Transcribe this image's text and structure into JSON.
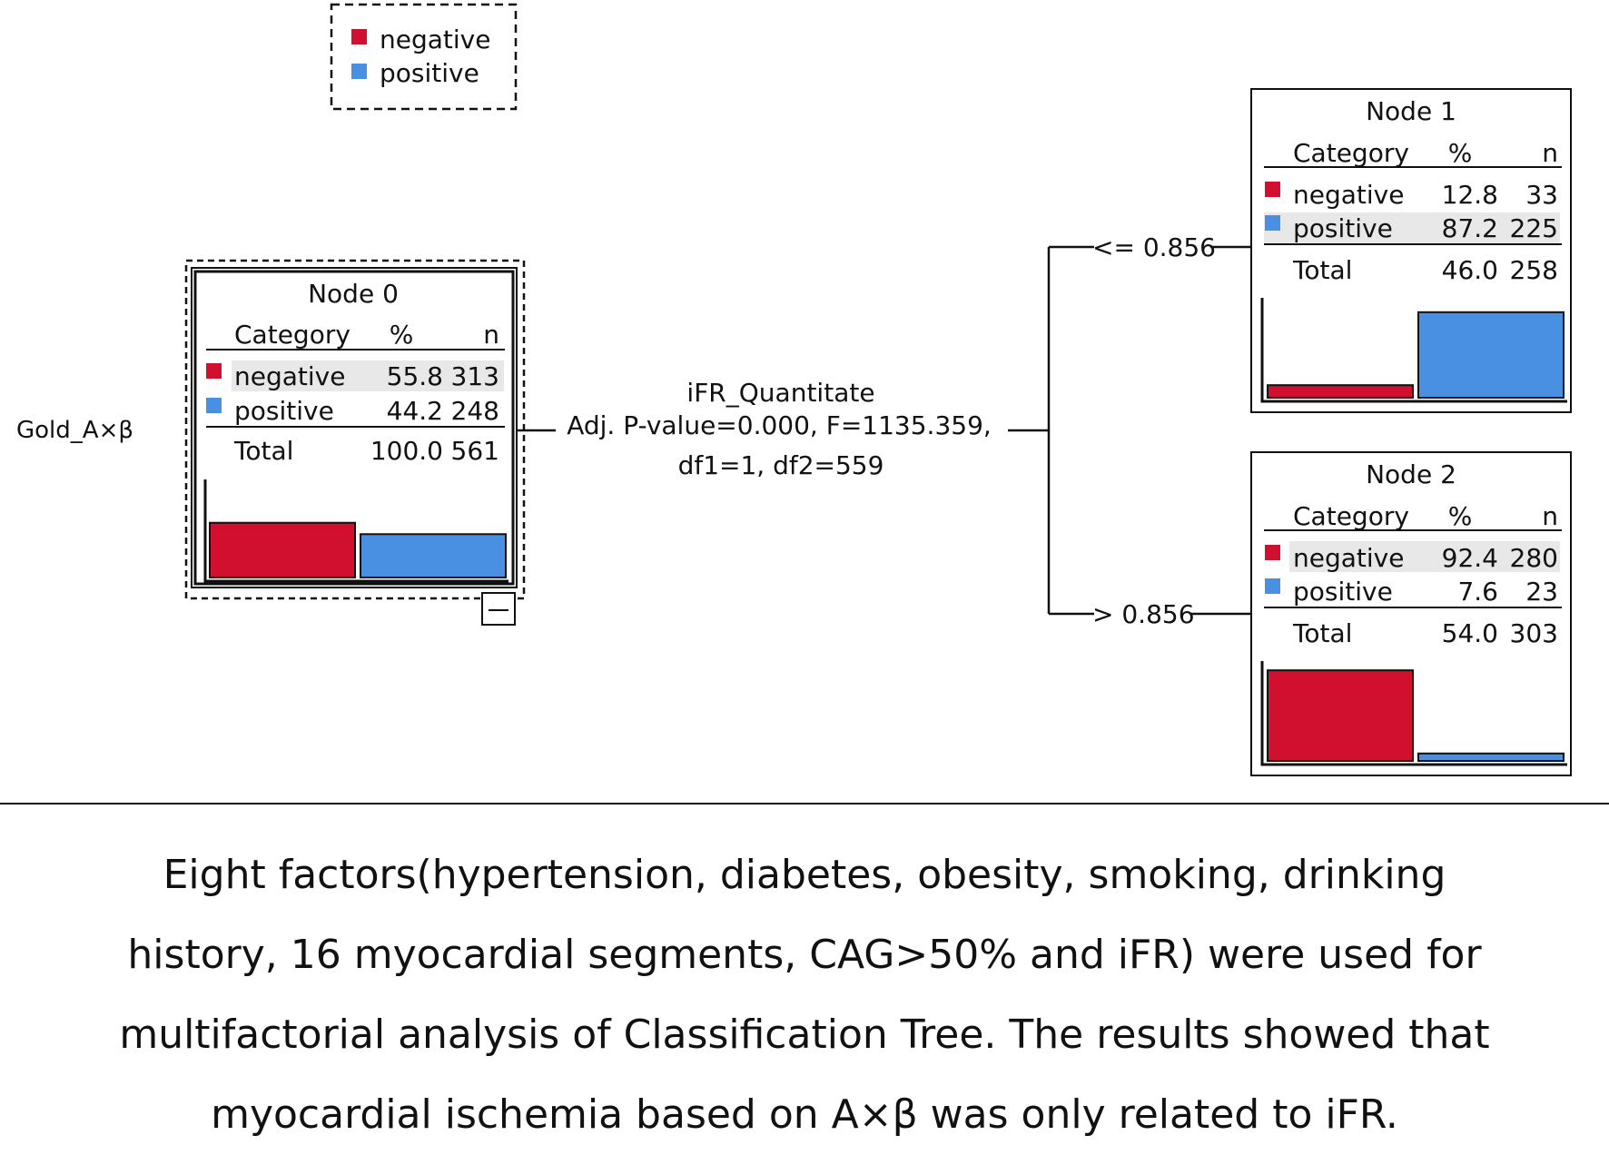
{
  "legend": {
    "items": [
      {
        "label": "negative",
        "color": "#d0102e"
      },
      {
        "label": "positive",
        "color": "#4a90e2"
      }
    ]
  },
  "target_label": "Gold_A×β",
  "nodes": [
    {
      "title": "Node 0",
      "headers": {
        "category": "Category",
        "pct": "%",
        "n": "n"
      },
      "rows": [
        {
          "label": "negative",
          "pct": "55.8",
          "n": "313",
          "value": 55.8
        },
        {
          "label": "positive",
          "pct": "44.2",
          "n": "248",
          "value": 44.2
        }
      ],
      "total": {
        "label": "Total",
        "pct": "100.0",
        "n": "561"
      }
    },
    {
      "title": "Node 1",
      "headers": {
        "category": "Category",
        "pct": "%",
        "n": "n"
      },
      "rows": [
        {
          "label": "negative",
          "pct": "12.8",
          "n": "33",
          "value": 12.8
        },
        {
          "label": "positive",
          "pct": "87.2",
          "n": "225",
          "value": 87.2
        }
      ],
      "total": {
        "label": "Total",
        "pct": "46.0",
        "n": "258"
      }
    },
    {
      "title": "Node 2",
      "headers": {
        "category": "Category",
        "pct": "%",
        "n": "n"
      },
      "rows": [
        {
          "label": "negative",
          "pct": "92.4",
          "n": "280",
          "value": 92.4
        },
        {
          "label": "positive",
          "pct": "7.6",
          "n": "23",
          "value": 7.6
        }
      ],
      "total": {
        "label": "Total",
        "pct": "54.0",
        "n": "303"
      }
    }
  ],
  "split": {
    "variable": "iFR_Quantitate",
    "stats_line1": "Adj. P-value=0.000, F=1135.359,",
    "stats_line2": "df1=1, df2=559",
    "branch_le": "<= 0.856",
    "branch_gt": "> 0.856"
  },
  "caption": {
    "line1": "Eight factors(hypertension, diabetes, obesity, smoking, drinking",
    "line2": "history, 16 myocardial segments, CAG>50% and iFR) were used for",
    "line3": "multifactorial analysis of Classification Tree. The results showed that",
    "line4": "myocardial ischemia based on A×β was only related to iFR."
  }
}
